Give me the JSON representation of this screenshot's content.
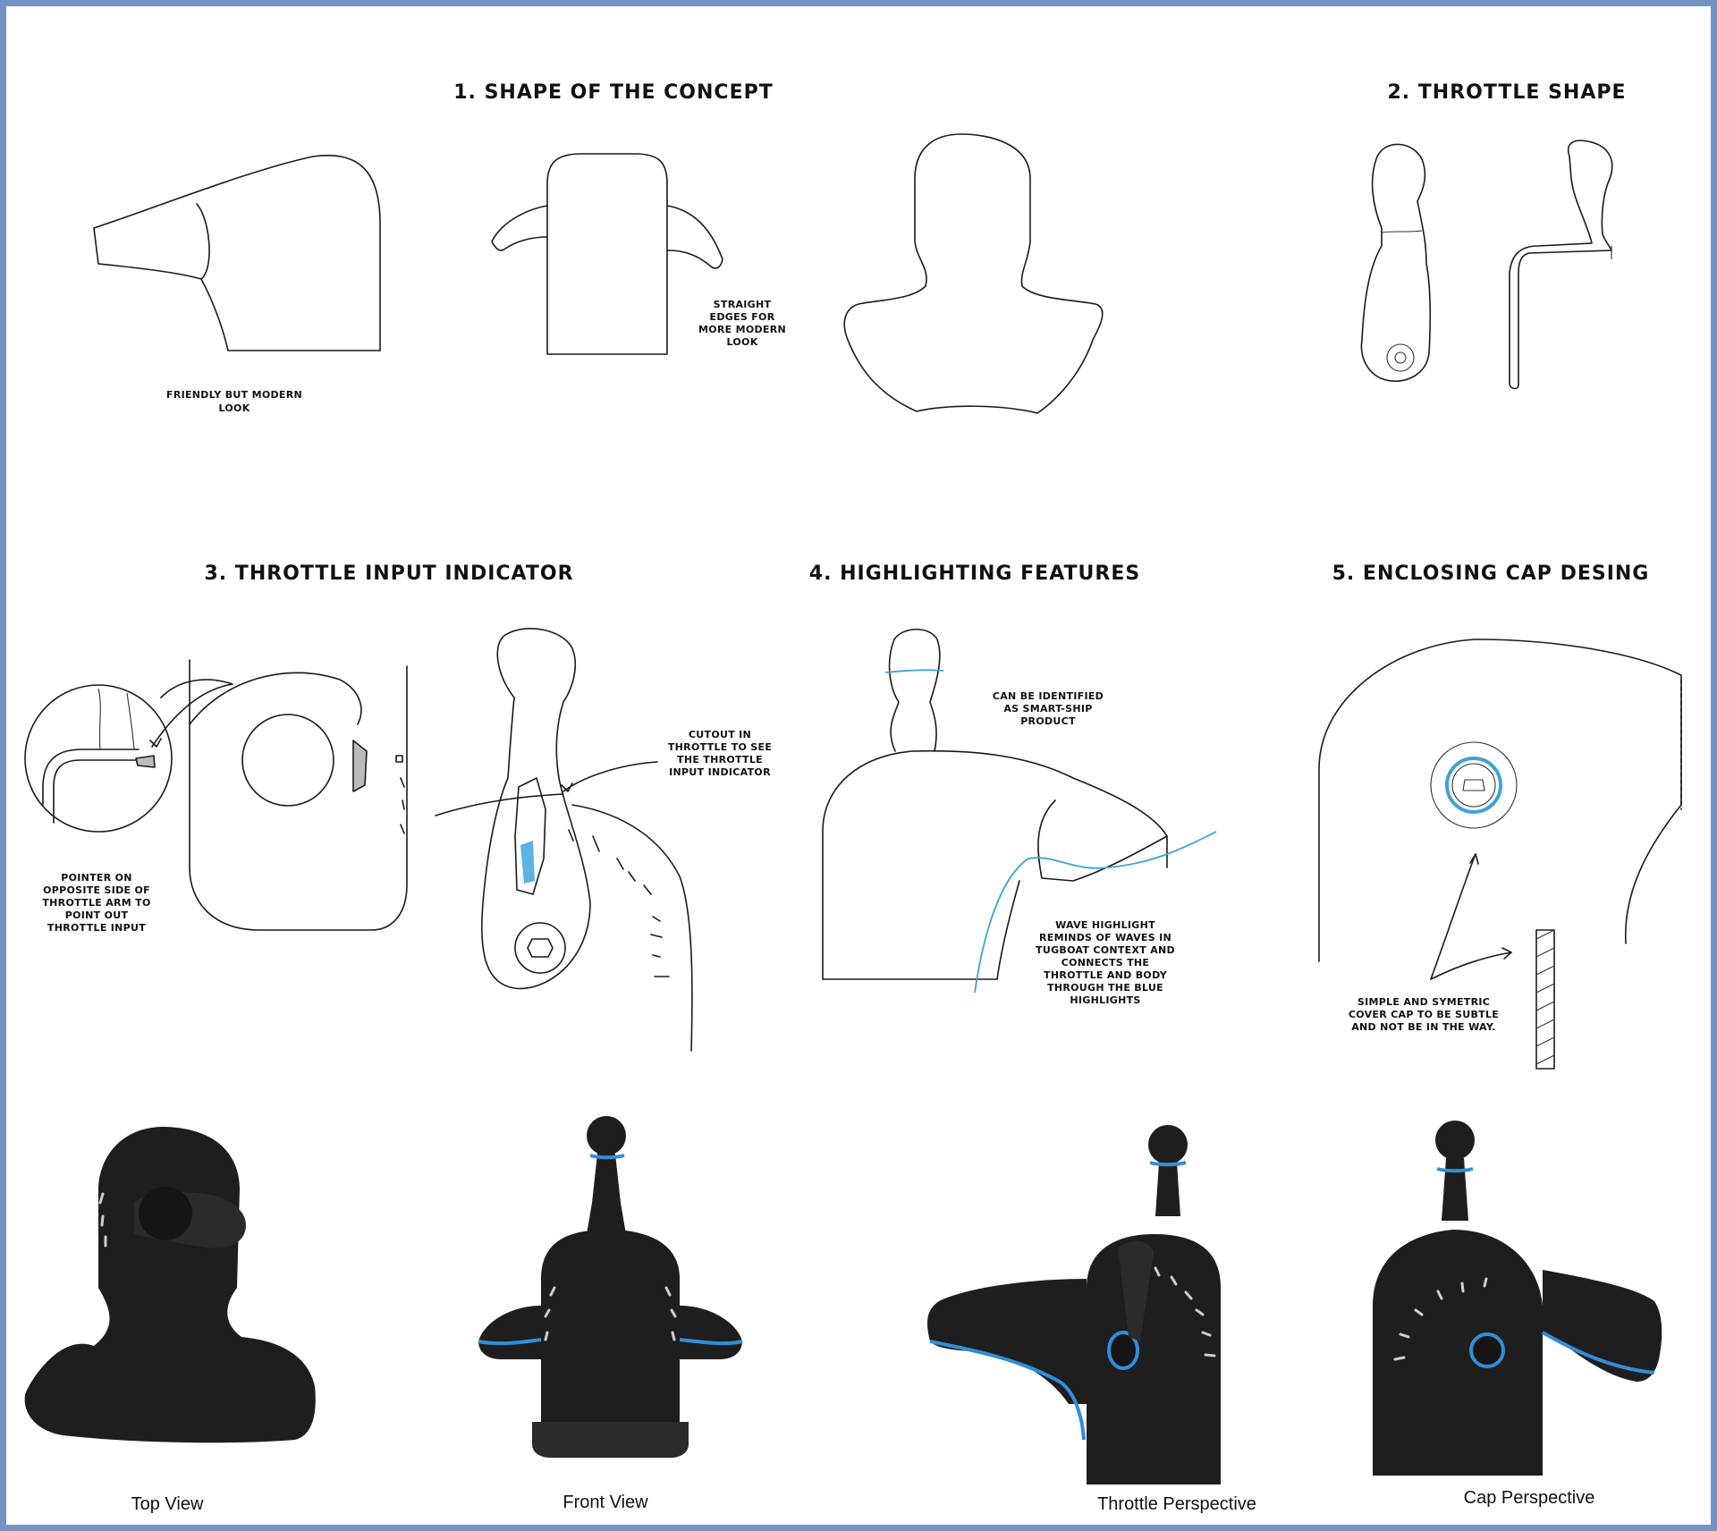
{
  "sections": [
    {
      "title": "1. SHAPE OF THE CONCEPT"
    },
    {
      "title": "2. THROTTLE SHAPE"
    },
    {
      "title": "3. THROTTLE INPUT INDICATOR"
    },
    {
      "title": "4. HIGHLIGHTING FEATURES"
    },
    {
      "title": "5. ENCLOSING CAP DESING"
    }
  ],
  "notes": {
    "friendly": [
      "FRIENDLY BUT MODERN",
      "LOOK"
    ],
    "straight": [
      "STRAIGHT",
      "EDGES FOR",
      "MORE MODERN",
      "LOOK"
    ],
    "pointer": [
      "POINTER ON",
      "OPPOSITE SIDE OF",
      "THROTTLE ARM TO",
      "POINT OUT",
      "THROTTLE INPUT"
    ],
    "cutout": [
      "CUTOUT IN",
      "THROTTLE TO SEE",
      "THE THROTTLE",
      "INPUT INDICATOR"
    ],
    "identified": [
      "CAN BE IDENTIFIED",
      "AS SMART-SHIP",
      "PRODUCT"
    ],
    "wave": [
      "WAVE HIGHLIGHT",
      "REMINDS OF WAVES IN",
      "TUGBOAT CONTEXT AND",
      "CONNECTS THE",
      "THROTTLE AND BODY",
      "THROUGH THE BLUE",
      "HIGHLIGHTS"
    ],
    "cap": [
      "SIMPLE AND SYMETRIC",
      "COVER CAP TO BE SUBTLE",
      "AND NOT BE IN THE WAY."
    ]
  },
  "renders": [
    {
      "caption": "Top View"
    },
    {
      "caption": "Front View"
    },
    {
      "caption": "Throttle Perspective"
    },
    {
      "caption": "Cap Perspective"
    }
  ],
  "colors": {
    "frame": "#7393c7",
    "highlight": "#2f8fd8",
    "body": "#1e1e1e"
  }
}
